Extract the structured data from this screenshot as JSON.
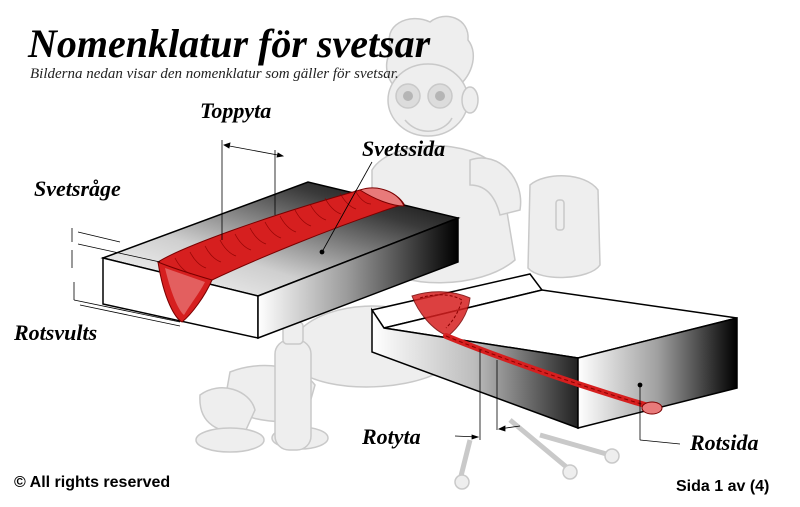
{
  "title": "Nomenklatur för svetsar",
  "subtitle": "Bilderna nedan visar den nomenklatur som gäller för svetsar.",
  "labels": {
    "toppyta": "Toppyta",
    "svetssida": "Svetssida",
    "svetsrage": "Svetsråge",
    "rotsvults": "Rotsvults",
    "rotyta": "Rotyta",
    "rotsida": "Rotsida"
  },
  "footer": {
    "copyright": "© All rights reserved",
    "page": "Sida 1 av (4)"
  },
  "colors": {
    "weld": "#d61f1f",
    "weld_light": "#e87a7a",
    "outline": "#000000",
    "mascot": "#cfcfcf"
  },
  "icons": {
    "background": "cartoon-welder-mascot"
  }
}
